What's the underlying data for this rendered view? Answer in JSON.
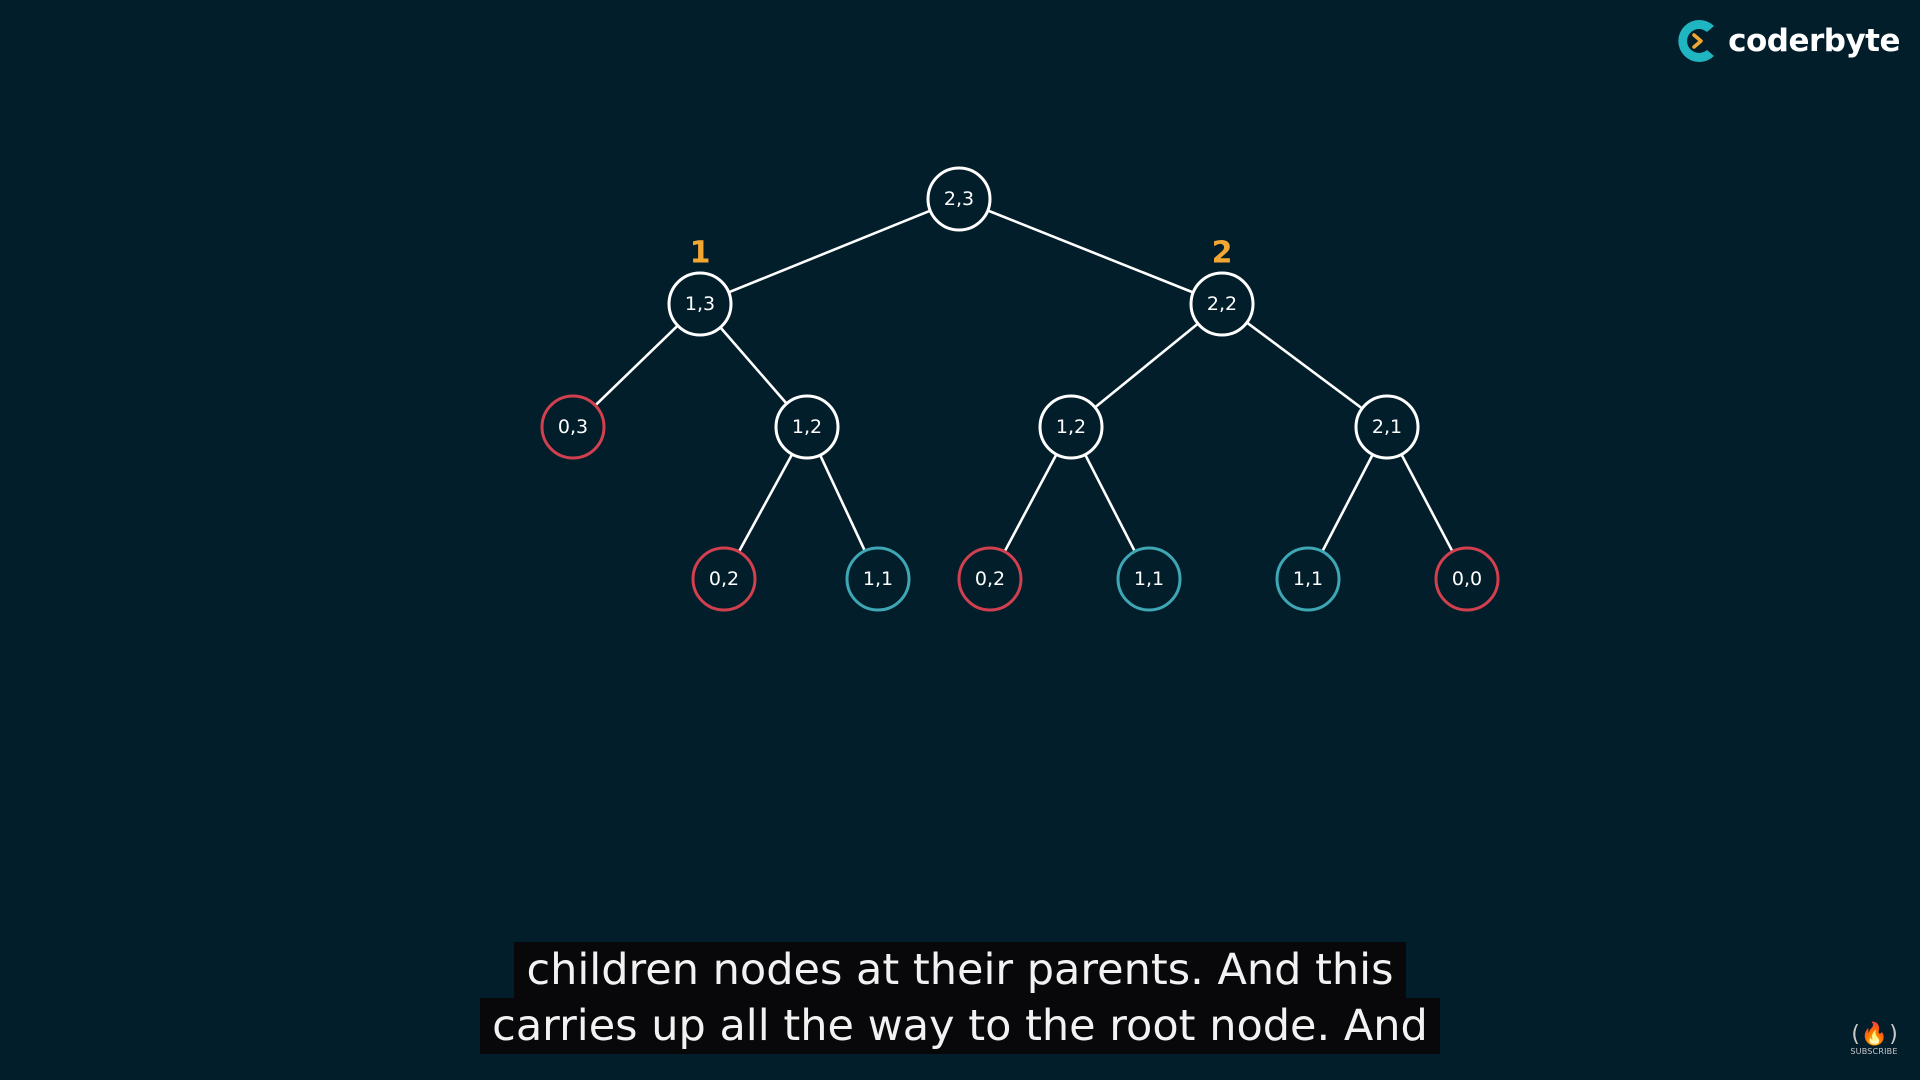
{
  "logo": {
    "text": "coderbyte",
    "mark_color": "#1fb6c1",
    "chevron_color": "#f3a733"
  },
  "colors": {
    "background": "#031e2b",
    "edge": "#ffffff",
    "default_node": "#ffffff",
    "false_node": "#d2404f",
    "true_node": "#3fa6b4",
    "order_label": "#f3a733"
  },
  "tree": {
    "nodes": [
      {
        "id": "n0",
        "label": "2,3",
        "status": "default"
      },
      {
        "id": "n1",
        "label": "1,3",
        "status": "default"
      },
      {
        "id": "n2",
        "label": "2,2",
        "status": "default"
      },
      {
        "id": "n3",
        "label": "0,3",
        "status": "false"
      },
      {
        "id": "n4",
        "label": "1,2",
        "status": "default"
      },
      {
        "id": "n5",
        "label": "1,2",
        "status": "default"
      },
      {
        "id": "n6",
        "label": "2,1",
        "status": "default"
      },
      {
        "id": "n7",
        "label": "0,2",
        "status": "false"
      },
      {
        "id": "n8",
        "label": "1,1",
        "status": "true"
      },
      {
        "id": "n9",
        "label": "0,2",
        "status": "false"
      },
      {
        "id": "n10",
        "label": "1,1",
        "status": "true"
      },
      {
        "id": "n11",
        "label": "1,1",
        "status": "true"
      },
      {
        "id": "n12",
        "label": "0,0",
        "status": "false"
      }
    ],
    "edges": [
      [
        "n0",
        "n1"
      ],
      [
        "n0",
        "n2"
      ],
      [
        "n1",
        "n3"
      ],
      [
        "n1",
        "n4"
      ],
      [
        "n2",
        "n5"
      ],
      [
        "n2",
        "n6"
      ],
      [
        "n4",
        "n7"
      ],
      [
        "n4",
        "n8"
      ],
      [
        "n5",
        "n9"
      ],
      [
        "n5",
        "n10"
      ],
      [
        "n6",
        "n11"
      ],
      [
        "n6",
        "n12"
      ]
    ],
    "order_labels": [
      {
        "node": "n1",
        "text": "1"
      },
      {
        "node": "n2",
        "text": "2"
      }
    ]
  },
  "captions": {
    "line1": "children nodes at their parents. And this",
    "line2": "carries up all the way to the root node. And"
  },
  "watermark": {
    "glyph": "(🔥)",
    "text": "SUBSCRIBE"
  }
}
